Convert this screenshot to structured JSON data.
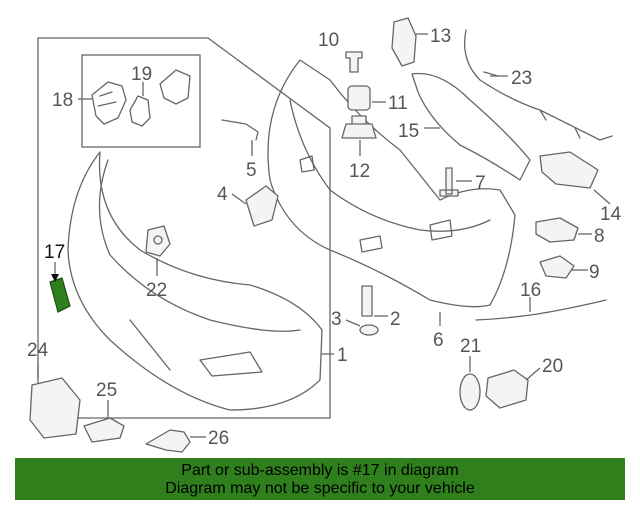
{
  "callouts": {
    "c1": "1",
    "c2": "2",
    "c3": "3",
    "c4": "4",
    "c5": "5",
    "c6": "6",
    "c7": "7",
    "c8": "8",
    "c9": "9",
    "c10": "10",
    "c11": "11",
    "c12": "12",
    "c13": "13",
    "c14": "14",
    "c15": "15",
    "c16": "16",
    "c17": "17",
    "c18": "18",
    "c19": "19",
    "c20": "20",
    "c21": "21",
    "c22": "22",
    "c23": "23",
    "c24": "24",
    "c25": "25",
    "c26": "26"
  },
  "highlight": {
    "part": "17",
    "color": "#2f7f1c"
  },
  "banner": {
    "line1": "Part or sub-assembly is #17 in diagram",
    "line2": "Diagram may not be specific to your vehicle",
    "color": "#2f7f1c"
  }
}
